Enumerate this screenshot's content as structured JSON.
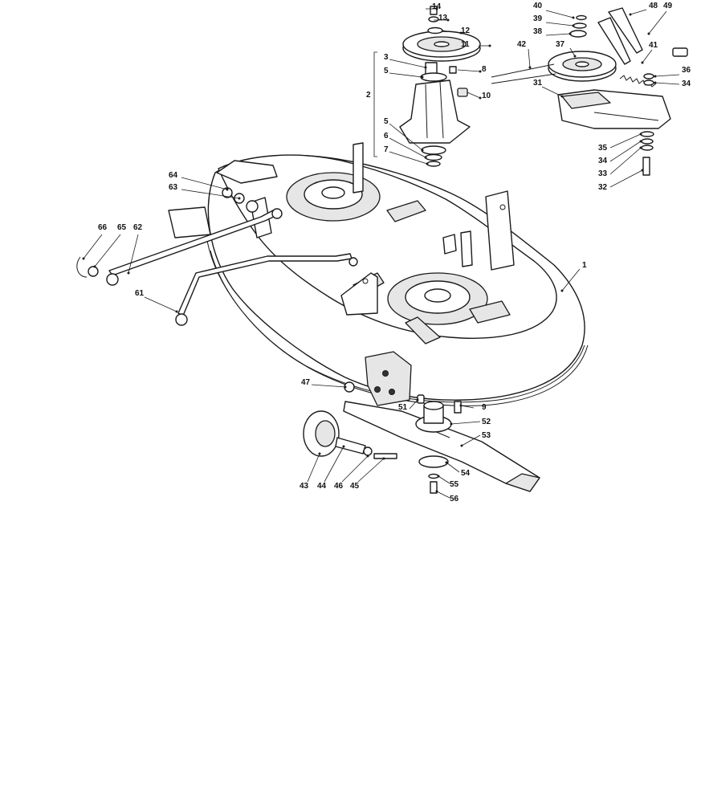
{
  "diagram": {
    "type": "exploded-parts-diagram",
    "callouts": {
      "c1": "1",
      "c2": "2",
      "c3": "3",
      "c5a": "5",
      "c5b": "5",
      "c6": "6",
      "c7": "7",
      "c8": "8",
      "c9": "9",
      "c10": "10",
      "c11": "11",
      "c12": "12",
      "c13": "13",
      "c14": "14",
      "c31": "31",
      "c32": "32",
      "c33": "33",
      "c34a": "34",
      "c34b": "34",
      "c35": "35",
      "c36": "36",
      "c37": "37",
      "c38": "38",
      "c39": "39",
      "c40": "40",
      "c41": "41",
      "c42": "42",
      "c43": "43",
      "c44": "44",
      "c45": "45",
      "c46": "46",
      "c47": "47",
      "c48": "48",
      "c49": "49",
      "c51": "51",
      "c52": "52",
      "c53": "53",
      "c54": "54",
      "c55": "55",
      "c56": "56",
      "c61": "61",
      "c62": "62",
      "c63": "63",
      "c64": "64",
      "c65": "65",
      "c66": "66"
    }
  }
}
